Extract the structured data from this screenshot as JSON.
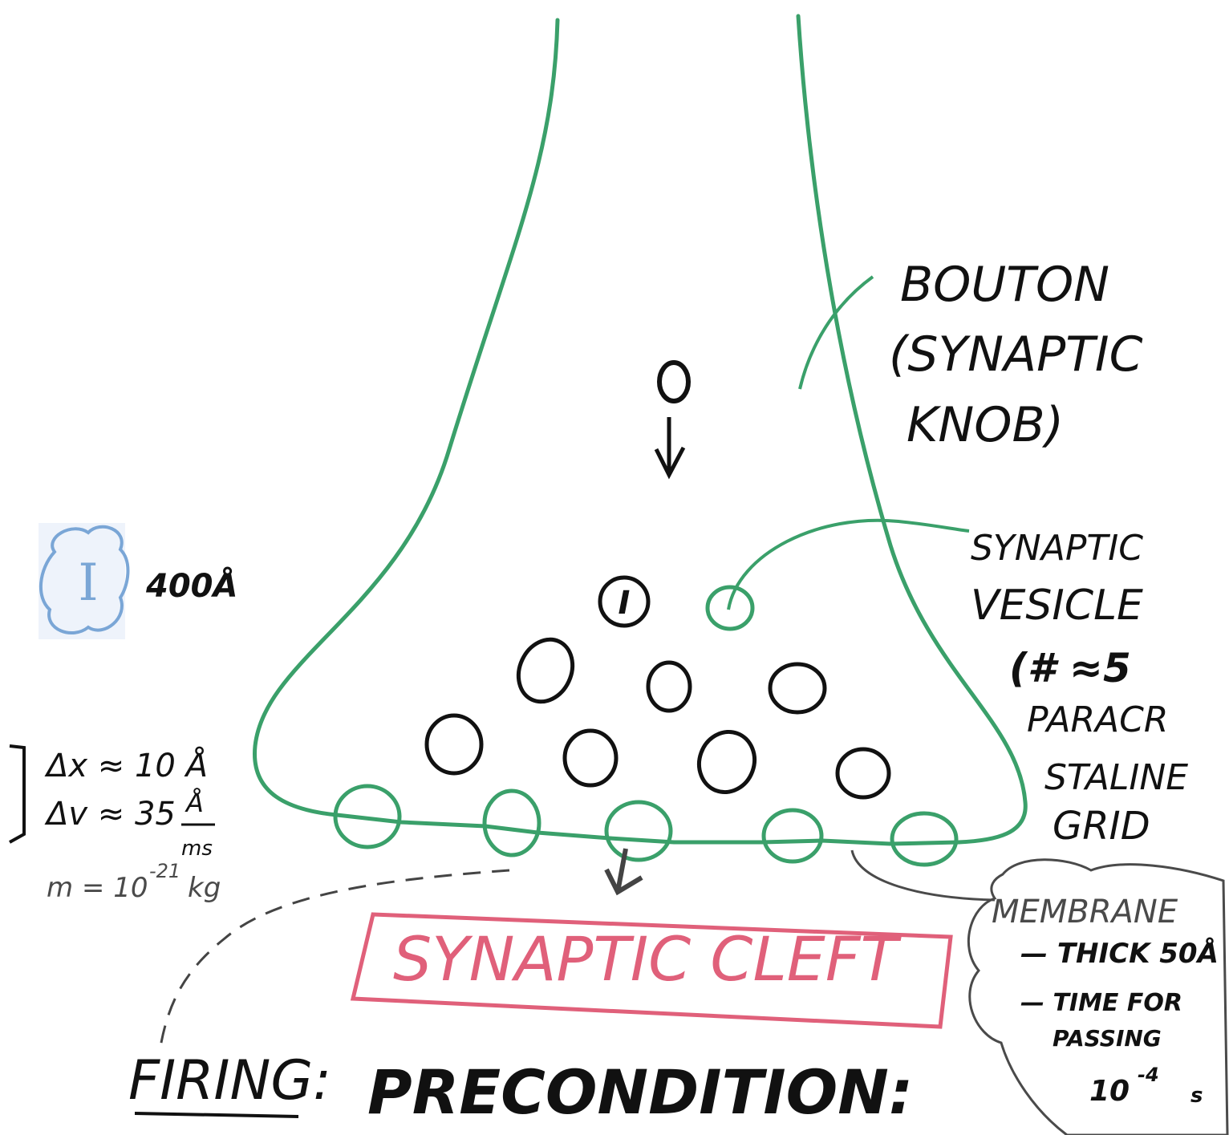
{
  "colors": {
    "membrane_green": "#3aa06a",
    "cleft_pink": "#e0607a",
    "ink_black": "#111111",
    "ink_gray": "#4a4a4a",
    "cloud_blue": "#7aa6d6"
  },
  "labels": {
    "bouton_line1": "BOUTON",
    "bouton_line2": "(SYNAPTIC",
    "bouton_line3": "KNOB)",
    "vesicle_line1": "SYNAPTIC",
    "vesicle_line2": "VESICLE",
    "vesicle_line3": "(# ≈5",
    "vesicle_line4": "PARACR",
    "vesicle_line5": "STALINE",
    "vesicle_line6": "GRID",
    "size_400": "400Å",
    "dx": "Δx ≈ 10 Å",
    "dv": "Δv ≈ 35",
    "dv_unit_top": "Å",
    "dv_unit_bottom": "ms",
    "mass": "m = 10",
    "mass_exp": "-21",
    "mass_unit": "kg",
    "cleft": "SYNAPTIC   CLEFT",
    "membrane_title": "MEMBRANE",
    "membrane_thick": "— THICK 50Å",
    "membrane_time1": "— TIME FOR",
    "membrane_time2": "PASSING",
    "membrane_time3": "10",
    "membrane_time_exp": "-4",
    "membrane_time_unit": "s",
    "firing": "FIRING:",
    "precondition": "PRECONDITION:"
  },
  "icons": {
    "cloud_letter": "I",
    "vesicle_letter": "I"
  }
}
